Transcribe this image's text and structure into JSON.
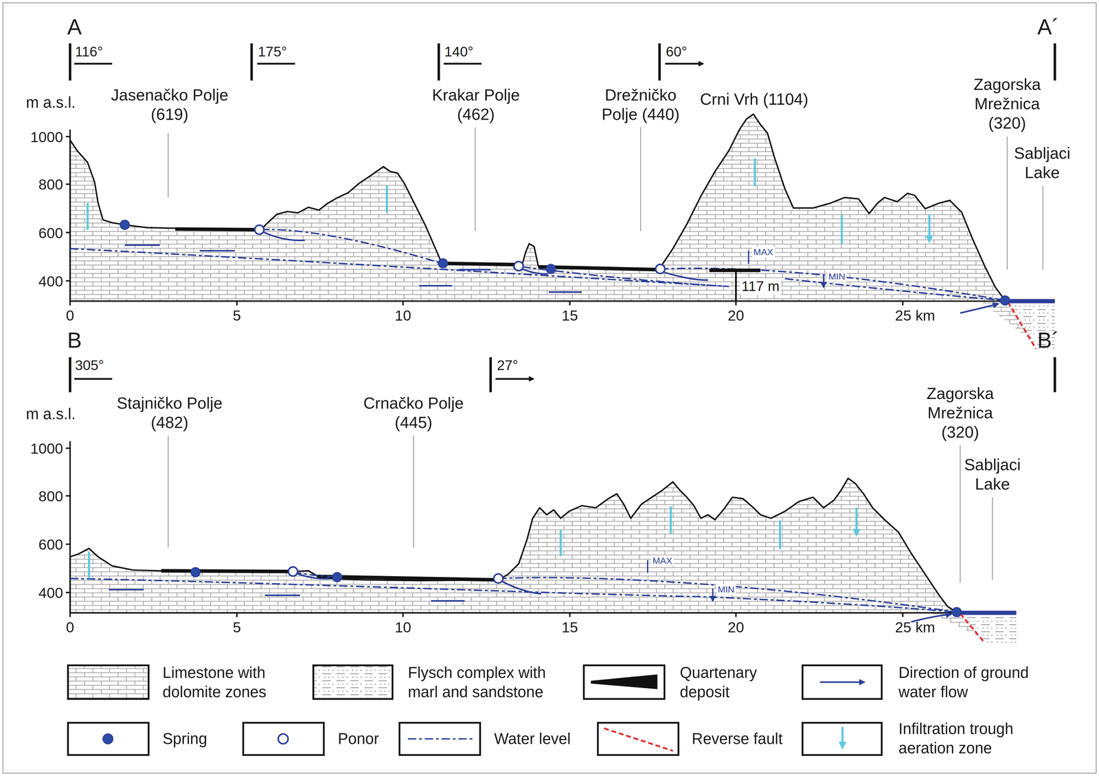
{
  "diagram": {
    "labels": [
      "A",
      "116°",
      "175°",
      "140°",
      "60°",
      "A´",
      "m a.s.l.",
      "Jasenačko Polje (619)",
      "Krakar Polje (462)",
      "Drežničko Polje (440)",
      "Crni Vrh (1104)",
      "Zagorska Mrežnica (320)",
      "Sabljaci Lake",
      "1000",
      "800",
      "600",
      "400",
      "0",
      "5",
      "10",
      "15",
      "20",
      "25 km",
      "MAX",
      "MIN",
      "117 m",
      "B",
      "305°",
      "27°",
      "B´",
      "m a.s.l.",
      "Stajničko Polje (482)",
      "Crnačko Polje (445)",
      "Zagorska Mrežnica (320)",
      "Sabljaci Lake",
      "1000",
      "800",
      "600",
      "400",
      "0",
      "5",
      "10",
      "15",
      "20",
      "25 km",
      "MAX",
      "MIN"
    ],
    "legend": [
      {
        "text": "Limestone with dolomite zones"
      },
      {
        "text": "Flysch complex with marl and sandstone"
      },
      {
        "text": "Quartenary deposit"
      },
      {
        "text": "Direction of ground water flow"
      },
      {
        "text": "Spring"
      },
      {
        "text": "Ponor"
      },
      {
        "text": "Water level"
      },
      {
        "text": "Reverse fault"
      },
      {
        "text": "Infiltration trough aeration zone"
      }
    ]
  }
}
